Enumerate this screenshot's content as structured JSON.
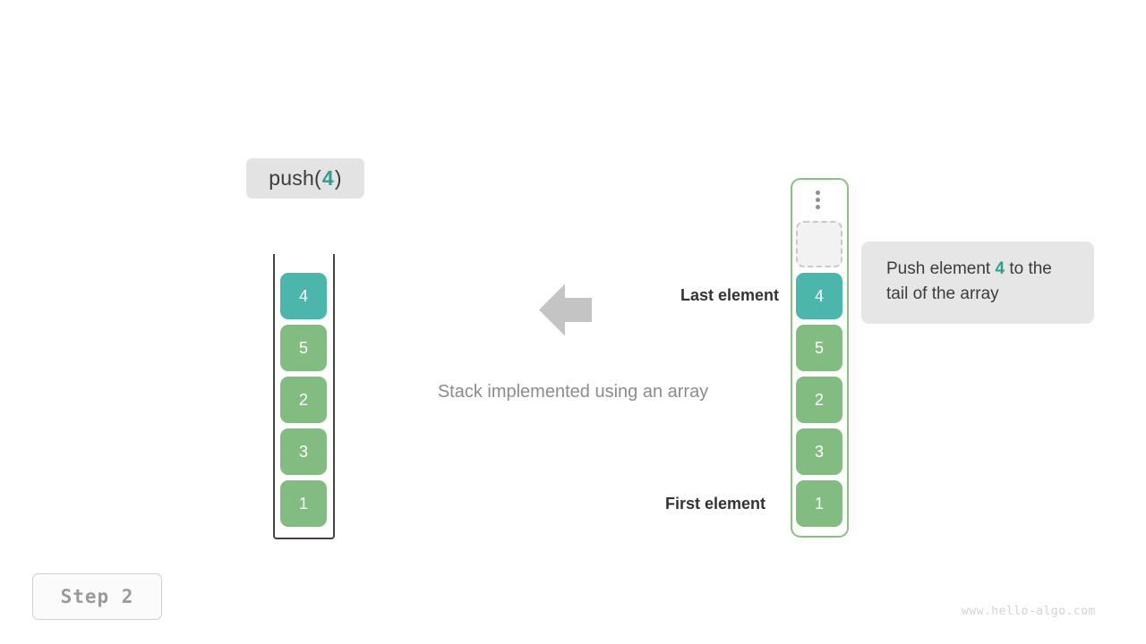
{
  "operation": {
    "name": "push",
    "open_paren": "(",
    "argument": "4",
    "close_paren": ")"
  },
  "stack_panel": {
    "name": "stack-implemented-using-an-array",
    "caption": "Stack implemented using an array",
    "top_label": "Last element",
    "bottom_label": "First element",
    "arrow_direction": "left",
    "cells": [
      {
        "value": "4",
        "state": "highlight"
      },
      {
        "value": "5",
        "state": "normal"
      },
      {
        "value": "2",
        "state": "normal"
      },
      {
        "value": "3",
        "state": "normal"
      },
      {
        "value": "1",
        "state": "normal"
      }
    ]
  },
  "array_panel": {
    "overflow_indicator": "vertical-ellipsis",
    "slots": [
      {
        "value": "",
        "state": "empty"
      },
      {
        "value": "4",
        "state": "highlight"
      },
      {
        "value": "5",
        "state": "normal"
      },
      {
        "value": "2",
        "state": "normal"
      },
      {
        "value": "3",
        "state": "normal"
      },
      {
        "value": "1",
        "state": "normal"
      }
    ]
  },
  "tooltip": {
    "text_before": "Push element ",
    "emphasis": "4",
    "text_after": " to the tail of the array"
  },
  "step_badge": {
    "label": "Step 2"
  },
  "watermark": {
    "text": "www.hello-algo.com"
  },
  "colors": {
    "highlight_teal": "#4cb6ac",
    "normal_green": "#83bc81",
    "frame_green": "#8cc085",
    "frame_dark": "#434343",
    "badge_gray": "#e3e3e3",
    "tooltip_gray": "#e6e6e6",
    "arrow_gray": "#c4c4c4",
    "caption_gray": "#8c8c8c",
    "accent_text": "#2f9e8f"
  }
}
